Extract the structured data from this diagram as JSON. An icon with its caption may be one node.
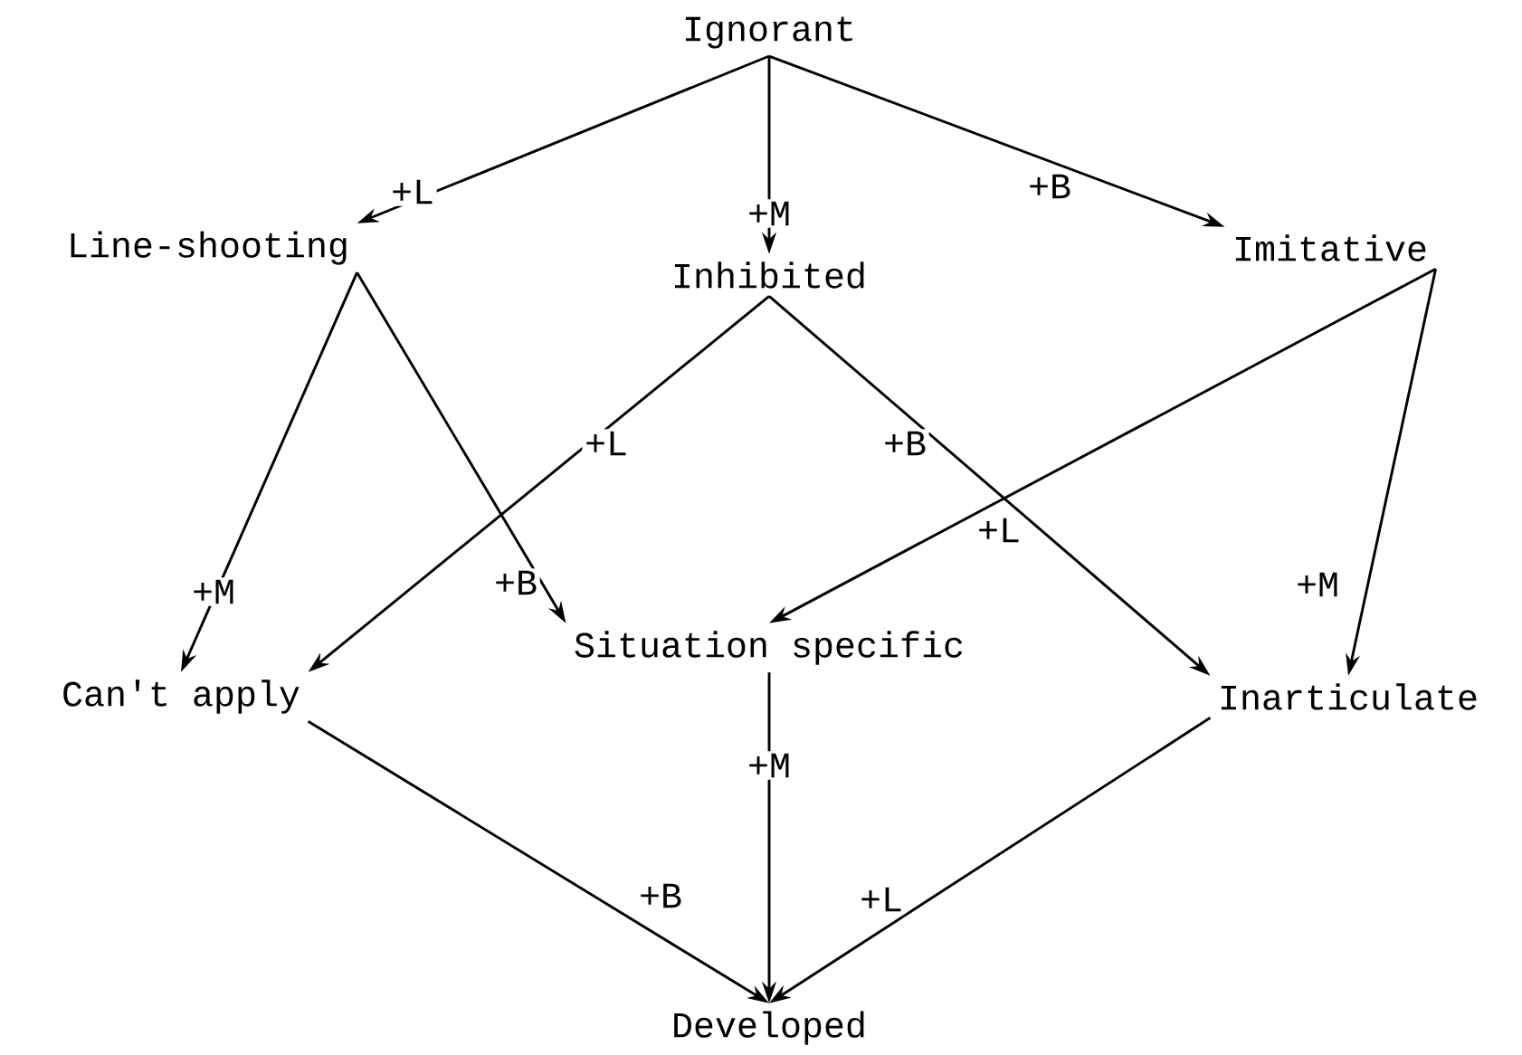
{
  "diagram": {
    "nodes": [
      {
        "text": [
          "Ignorant"
        ]
      },
      {
        "text": [
          "Line-shooting"
        ]
      },
      {
        "text": [
          "Inhibited"
        ]
      },
      {
        "text": [
          "Imitative"
        ]
      },
      {
        "text": [
          "Can't apply"
        ]
      },
      {
        "text": [
          "Situation specific"
        ]
      },
      {
        "text": [
          "Inarticulate"
        ]
      },
      {
        "text": [
          "Developed"
        ]
      }
    ],
    "edges": [
      {
        "from": 0,
        "to": 1,
        "arrow": "to",
        "label": "+L"
      },
      {
        "from": 0,
        "to": 2,
        "arrow": "to",
        "label": "+M"
      },
      {
        "from": 0,
        "to": 3,
        "arrow": "to",
        "label": "+B"
      },
      {
        "from": 1,
        "to": 4,
        "arrow": "to",
        "label": "+M"
      },
      {
        "from": 1,
        "to": 5,
        "arrow": "to",
        "label": "+B"
      },
      {
        "from": 2,
        "to": 4,
        "arrow": "to",
        "label": "+L"
      },
      {
        "from": 2,
        "to": 6,
        "arrow": "to",
        "label": "+B"
      },
      {
        "from": 3,
        "to": 5,
        "arrow": "to",
        "label": "+L"
      },
      {
        "from": 3,
        "to": 6,
        "arrow": "to",
        "label": "+M"
      },
      {
        "from": 4,
        "to": 7,
        "arrow": "to",
        "label": "+B"
      },
      {
        "from": 5,
        "to": 7,
        "arrow": "to",
        "label": "+M"
      },
      {
        "from": 6,
        "to": 7,
        "arrow": "to",
        "label": "+L"
      }
    ]
  }
}
